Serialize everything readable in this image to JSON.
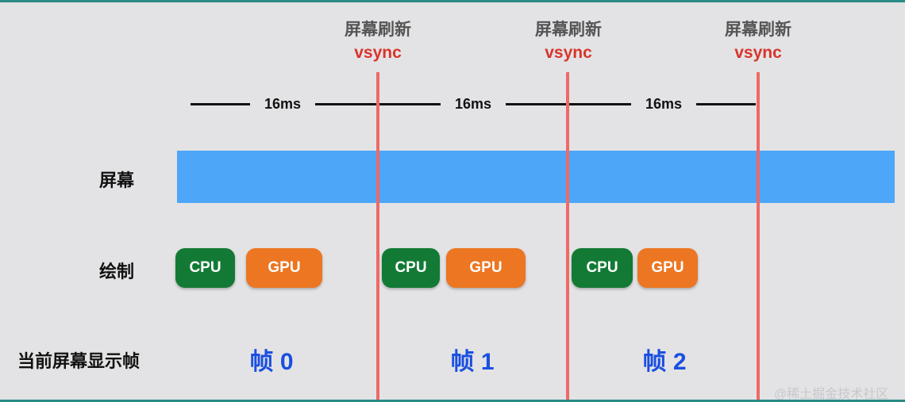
{
  "vsync_markers": [
    {
      "title": "屏幕刷新",
      "label": "vsync"
    },
    {
      "title": "屏幕刷新",
      "label": "vsync"
    },
    {
      "title": "屏幕刷新",
      "label": "vsync"
    }
  ],
  "interval_label": "16ms",
  "rows": {
    "screen": "屏幕",
    "draw": "绘制",
    "current_frame": "当前屏幕显示帧"
  },
  "blocks": {
    "cpu": "CPU",
    "gpu": "GPU"
  },
  "frames": [
    "帧 0",
    "帧 1",
    "帧 2"
  ],
  "colors": {
    "screen_bar": "#4da6f8",
    "cpu": "#137a35",
    "gpu": "#ec7622",
    "vsync": "#ee6a66",
    "frame_text": "#1a4fe0"
  },
  "watermark": "@稀土掘金技术社区"
}
